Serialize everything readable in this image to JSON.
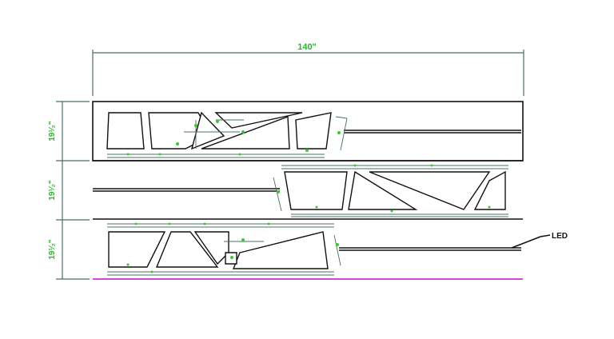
{
  "drawing": {
    "overall_width_label": "140\"",
    "panel_height_label_row1": "19¹⁄₂\"",
    "panel_height_label_row2": "19¹⁄₂\"",
    "panel_height_label_row3": "19¹⁄₂\"",
    "led_label": "LED",
    "colors": {
      "dimension_line": "#4a6f63",
      "dimension_text": "#22bb22",
      "outline": "#111111",
      "baseline_accent": "#cc33cc"
    }
  }
}
